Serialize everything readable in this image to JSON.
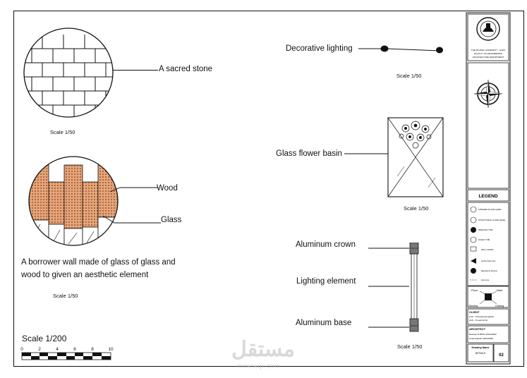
{
  "labels": {
    "sacred_stone": "A sacred stone",
    "wood": "Wood",
    "glass": "Glass",
    "wall_description": "A borrower wall made of glass of glass and wood to given an aesthetic element",
    "decorative_lighting": "Decorative lighting",
    "glass_flower_basin": "Glass flower basin",
    "aluminum_crown": "Aluminum crown",
    "lighting_element": "Lighting element",
    "aluminum_base": "Aluminum base"
  },
  "scales": {
    "stone": "Scale 1/50",
    "wall": "Scale 1/50",
    "lighting": "Scale 1/50",
    "basin": "Scale 1/50",
    "column": "Scale 1/50",
    "main": "Scale 1/200"
  },
  "scale_bar": {
    "ticks": [
      "0",
      "2",
      "4",
      "6",
      "8",
      "10"
    ]
  },
  "title_block": {
    "university_lines": [
      "THE ISLAMIC UNIVERSITY - GAZA",
      "FACULTY OF ENGINEERING",
      "ARCHITECTURE DEPARTMENT"
    ],
    "legend_title": "LEGEND",
    "legend_items": [
      "FINISHED FLOOR LEVEL",
      "STRUCTURAL FLOOR LEVEL",
      "WINDOW TYPE",
      "DOOR TYPE",
      "WALL FINISH",
      "Horizontal Level",
      "Elevations Section",
      "Axis Line"
    ],
    "finish_labels": {
      "floor": "Floor",
      "wall": "Wall",
      "skirting": "Skirting",
      "ceiling": "Ceiling"
    },
    "client_title": "CLIENT",
    "client_lines": [
      "Arch. / Kanyavia El Qattus",
      "Arch. / Fouad El No"
    ],
    "architect_title": "ARCHITECT",
    "architect_lines": [
      "Rawnan Al Bhihir  220140002",
      "Amal Quatieh   220140862"
    ],
    "drawing_title": "Drawing Name",
    "drawing_sub": "DETAILS",
    "sheet_no": "02"
  },
  "watermark": {
    "main": "مستقل",
    "sub": "mostaql.com"
  },
  "colors": {
    "wood": "#e3a67c",
    "wood_dark": "#b5683d",
    "line": "#111111",
    "glass": "#ffffff"
  }
}
